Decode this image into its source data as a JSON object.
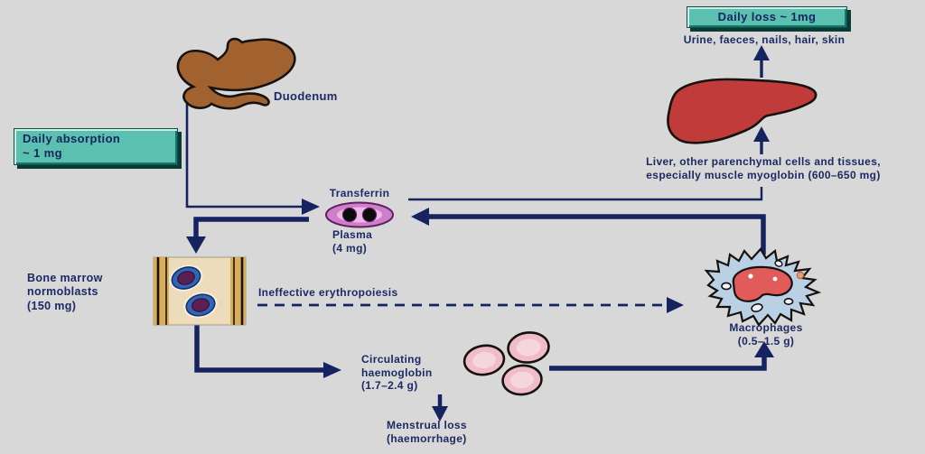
{
  "boxes": {
    "daily_absorption": {
      "line1": "Daily absorption",
      "line2": "~ 1 mg"
    },
    "daily_loss": {
      "label": "Daily loss ~ 1mg"
    }
  },
  "labels": {
    "duodenum": "Duodenum",
    "urine": "Urine, faeces, nails, hair, skin",
    "liver_line1": "Liver, other parenchymal cells and tissues,",
    "liver_line2": "especially muscle myoglobin (600–650 mg)",
    "transferrin": "Transferrin",
    "plasma_line1": "Plasma",
    "plasma_line2": "(4 mg)",
    "bone_marrow_line1": "Bone marrow",
    "bone_marrow_line2": "normoblasts",
    "bone_marrow_line3": "(150 mg)",
    "ineffective": "Ineffective erythropoiesis",
    "macrophages_line1": "Macrophages",
    "macrophages_line2": "(0.5–1.5 g)",
    "circulating_line1": "Circulating",
    "circulating_line2": "haemoglobin",
    "circulating_line3": "(1.7–2.4 g)",
    "menstrual_line1": "Menstrual loss",
    "menstrual_line2": "(haemorrhage)"
  },
  "icons": {
    "stomach": "stomach-duodenum-illustration",
    "liver": "liver-illustration",
    "transferrin": "transferrin-cell-icon",
    "bone_marrow": "bone-marrow-normoblasts-illustration",
    "rbc": "red-blood-cells-icon",
    "macrophage": "macrophage-illustration"
  },
  "colors": {
    "background": "#d8d8d8",
    "arrow_navy": "#152460",
    "teal_box_fill": "#5cc0b0",
    "teal_box_shadow": "#0a3b34",
    "stomach_brown": "#a2622f",
    "liver_red": "#c23b3b",
    "transferrin_pink": "#cf7fca",
    "marrow_background": "#ecdcbc",
    "marrow_bar_gold": "#d9ad5c",
    "normoblast_blue": "#2f66b5",
    "normoblast_nucleus": "#5c1f52",
    "rbc_pink": "#f0bcca",
    "macrophage_blue": "#bad0e4",
    "macrophage_nucleus": "#e25b5b"
  }
}
